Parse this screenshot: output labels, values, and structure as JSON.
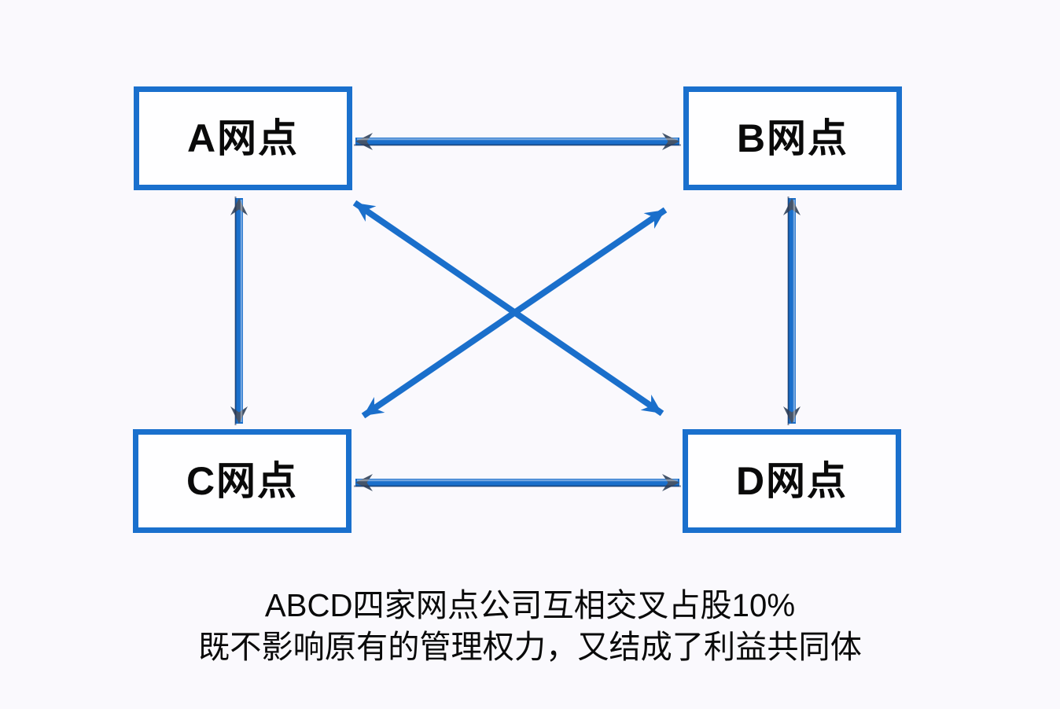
{
  "diagram": {
    "nodes": [
      {
        "id": "A",
        "label": "A网点"
      },
      {
        "id": "B",
        "label": "B网点"
      },
      {
        "id": "C",
        "label": "C网点"
      },
      {
        "id": "D",
        "label": "D网点"
      }
    ],
    "edges": [
      {
        "from": "A",
        "to": "B",
        "direction": "both",
        "style": "thick-bar"
      },
      {
        "from": "C",
        "to": "D",
        "direction": "both",
        "style": "thick-bar"
      },
      {
        "from": "A",
        "to": "C",
        "direction": "both",
        "style": "thick-bar"
      },
      {
        "from": "B",
        "to": "D",
        "direction": "both",
        "style": "thick-bar"
      },
      {
        "from": "A",
        "to": "D",
        "direction": "both",
        "style": "plain-arrow"
      },
      {
        "from": "C",
        "to": "B",
        "direction": "both",
        "style": "plain-arrow"
      }
    ],
    "colors": {
      "background": "#faf9fd",
      "node_border": "#1a70cd",
      "node_fill": "#fefeff",
      "arrow_blue": "#1a6fcb",
      "arrowhead_dark": "#44546a",
      "text": "#0a0a0a"
    }
  },
  "caption": {
    "line1": "ABCD四家网点公司互相交叉占股10%",
    "line2": "既不影响原有的管理权力，又结成了利益共同体"
  }
}
